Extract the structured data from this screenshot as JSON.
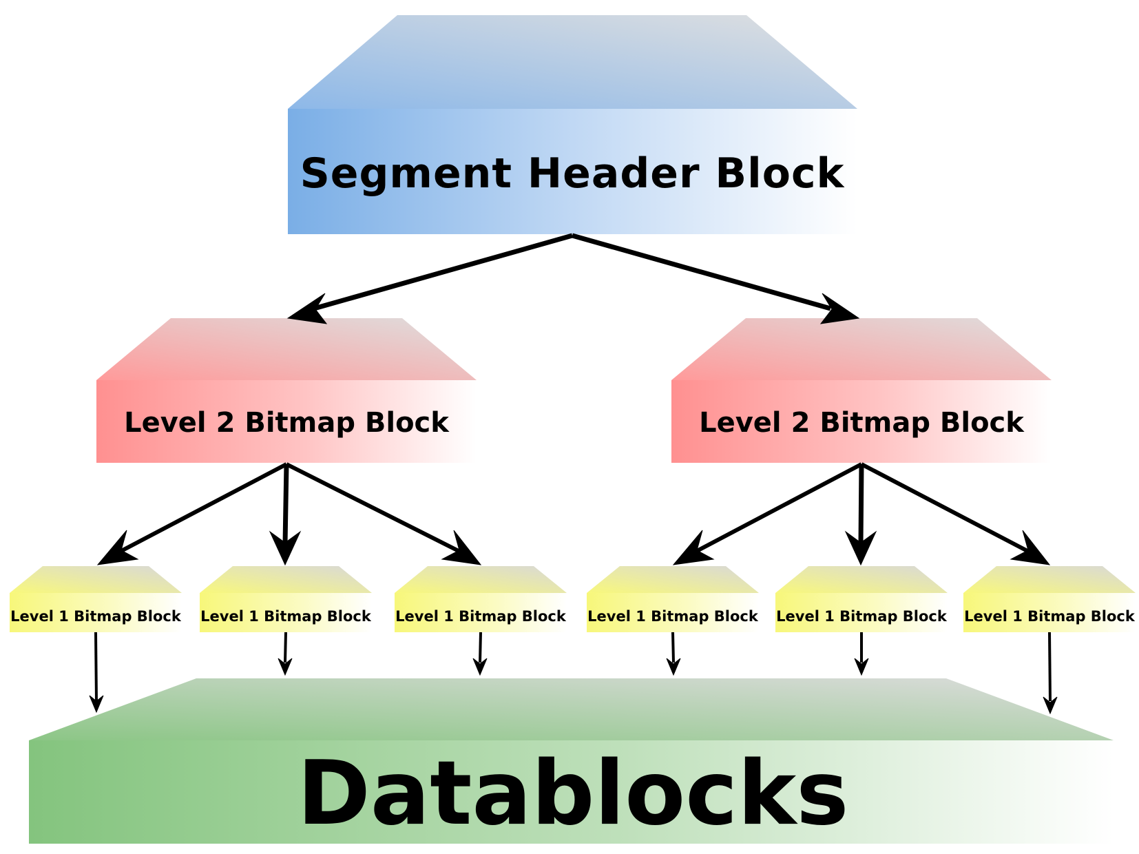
{
  "diagram": {
    "header_block": {
      "label": "Segment Header Block"
    },
    "level2_blocks": [
      {
        "label": "Level 2 Bitmap Block"
      },
      {
        "label": "Level 2 Bitmap Block"
      }
    ],
    "level1_blocks": [
      {
        "label": "Level 1 Bitmap Block"
      },
      {
        "label": "Level 1 Bitmap Block"
      },
      {
        "label": "Level 1 Bitmap Block"
      },
      {
        "label": "Level 1 Bitmap Block"
      },
      {
        "label": "Level 1 Bitmap Block"
      },
      {
        "label": "Level 1 Bitmap Block"
      }
    ],
    "data_block": {
      "label": "Datablocks"
    },
    "colors": {
      "header": "#7aaee6",
      "level2": "#ff9090",
      "level1": "#f7f77a",
      "data": "#84c47e",
      "arrow": "#000000"
    }
  }
}
